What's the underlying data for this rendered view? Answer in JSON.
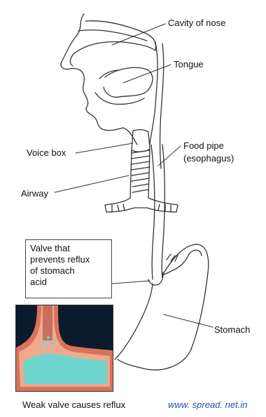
{
  "labels": {
    "cavity_of_nose": "Cavity of nose",
    "tongue": "Tongue",
    "voice_box": "Voice box",
    "food_pipe_line1": "Food pipe",
    "food_pipe_line2": "(esophagus)",
    "airway": "Airway",
    "stomach": "Stomach"
  },
  "valve_box": {
    "lines": [
      "Valve that",
      "prevents reflux",
      "of stomach",
      "acid"
    ]
  },
  "footer": {
    "caption": "Weak valve causes reflux",
    "url": "www. spread. net.in"
  },
  "colors": {
    "line": "#333333",
    "url": "#2a4fa8",
    "inset_bg": "#0c1a2e",
    "inset_wall": "#e58a6f",
    "inset_acid": "#6fd6cf"
  }
}
